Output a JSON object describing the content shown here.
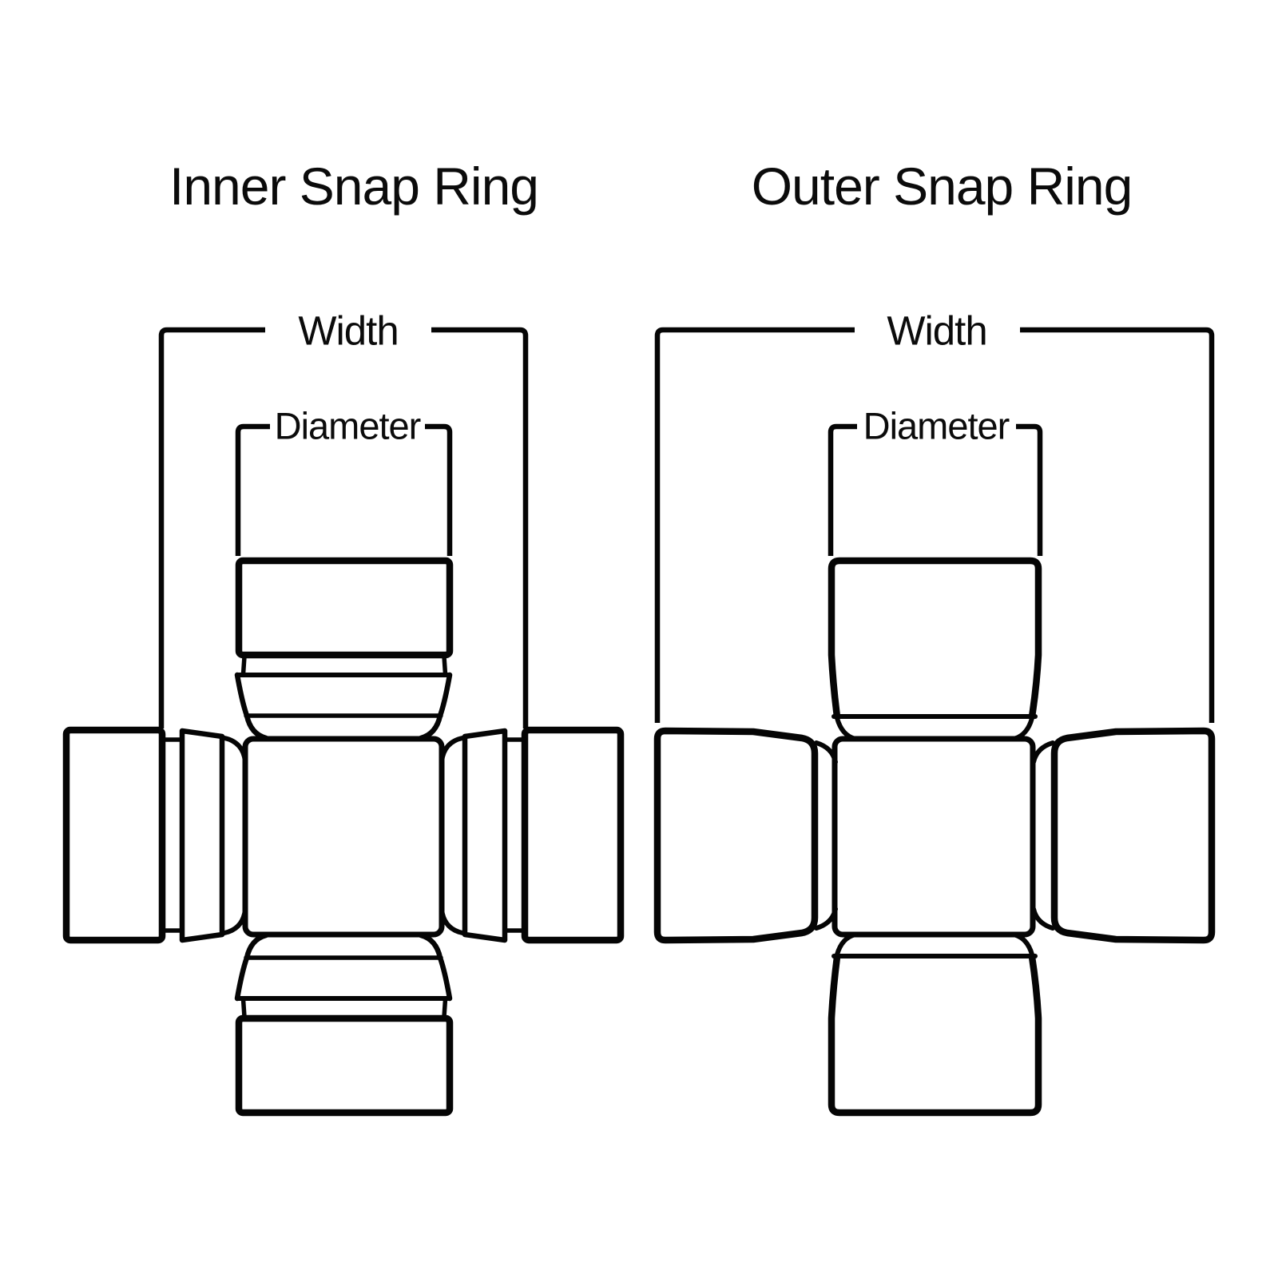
{
  "canvas": {
    "background_color": "#ffffff",
    "ink_color": "#050505"
  },
  "diagrams": [
    {
      "id": "inner-snap-ring",
      "title": "Inner Snap Ring",
      "labels": {
        "width": "Width",
        "diameter": "Diameter"
      }
    },
    {
      "id": "outer-snap-ring",
      "title": "Outer Snap Ring",
      "labels": {
        "width": "Width",
        "diameter": "Diameter"
      }
    }
  ]
}
